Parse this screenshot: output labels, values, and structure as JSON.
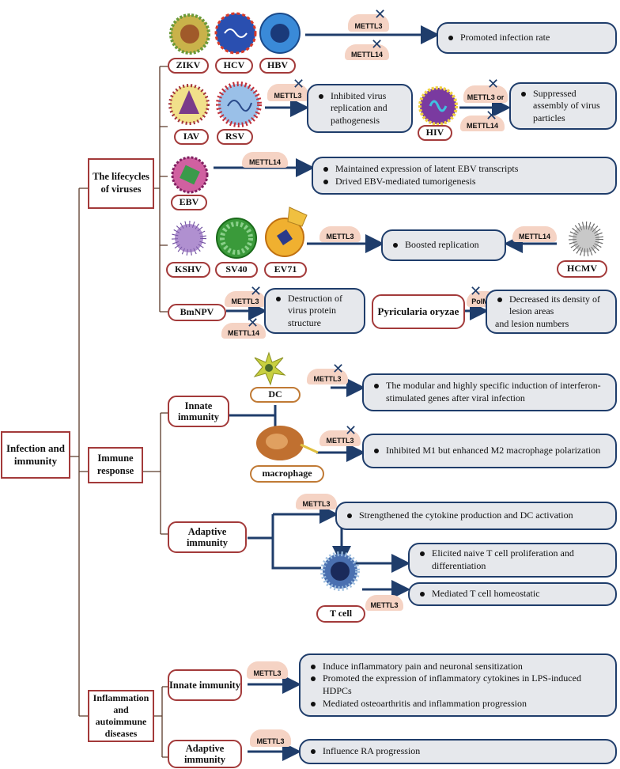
{
  "colors": {
    "line": "#1f3d6b",
    "category_border": "#a33a3a",
    "effect_fill": "#e6e8ec",
    "label_pill": "#f5d3c4",
    "cell_label_border": "#c07a35"
  },
  "root": {
    "label": "Infection and immunity"
  },
  "categories": {
    "lifecycles": "The lifecycles of viruses",
    "immune": "Immune response",
    "inflammation": "Inflammation and autoimmune diseases"
  },
  "subcategories": {
    "innate1": "Innate immunity",
    "adaptive1": "Adaptive immunity",
    "innate2": "Innate immunity",
    "adaptive2": "Adaptive immunity"
  },
  "viruses": {
    "zikv": "ZIKV",
    "hcv": "HCV",
    "hbv": "HBV",
    "iav": "IAV",
    "rsv": "RSV",
    "hiv": "HIV",
    "ebv": "EBV",
    "kshv": "KSHV",
    "sv40": "SV40",
    "ev71": "EV71",
    "hcmv": "HCMV",
    "bmnpv": "BmNPV",
    "pyricularia": "Pyricularia oryzae"
  },
  "cells": {
    "dc": "DC",
    "macrophage": "macrophage",
    "tcell": "T cell"
  },
  "enzymes": {
    "m3": "METTL3",
    "m14": "METTL14",
    "m3or": "METTL3 or",
    "poime": "PoIME"
  },
  "effects": {
    "e1": "Promoted infection rate",
    "e2": "Inhibited virus replication and pathogenesis",
    "e3": "Suppressed assembly of virus particles",
    "e4a": "Maintained expression of latent EBV transcripts",
    "e4b": "Drived EBV-mediated tumorigenesis",
    "e5": "Boosted replication",
    "e6": "Destruction of virus protein structure",
    "e7a": "Decreased its density of lesion areas",
    "e7b": "and lesion numbers",
    "e8": "The modular and highly specific induction of interferon-stimulated genes after viral infection",
    "e9": "Inhibited M1 but enhanced M2 macrophage polarization",
    "e10": "Strengthened the cytokine production and DC activation",
    "e11": "Elicited naive T cell proliferation and differentiation",
    "e12": "Mediated T cell homeostatic",
    "e13a": "Induce inflammatory pain and neuronal sensitization",
    "e13b": "Promoted the expression of inflammatory cytokines in LPS-induced HDPCs",
    "e13c": "Mediated osteoarthritis and inflammation progression",
    "e14": "Influence RA progression"
  }
}
